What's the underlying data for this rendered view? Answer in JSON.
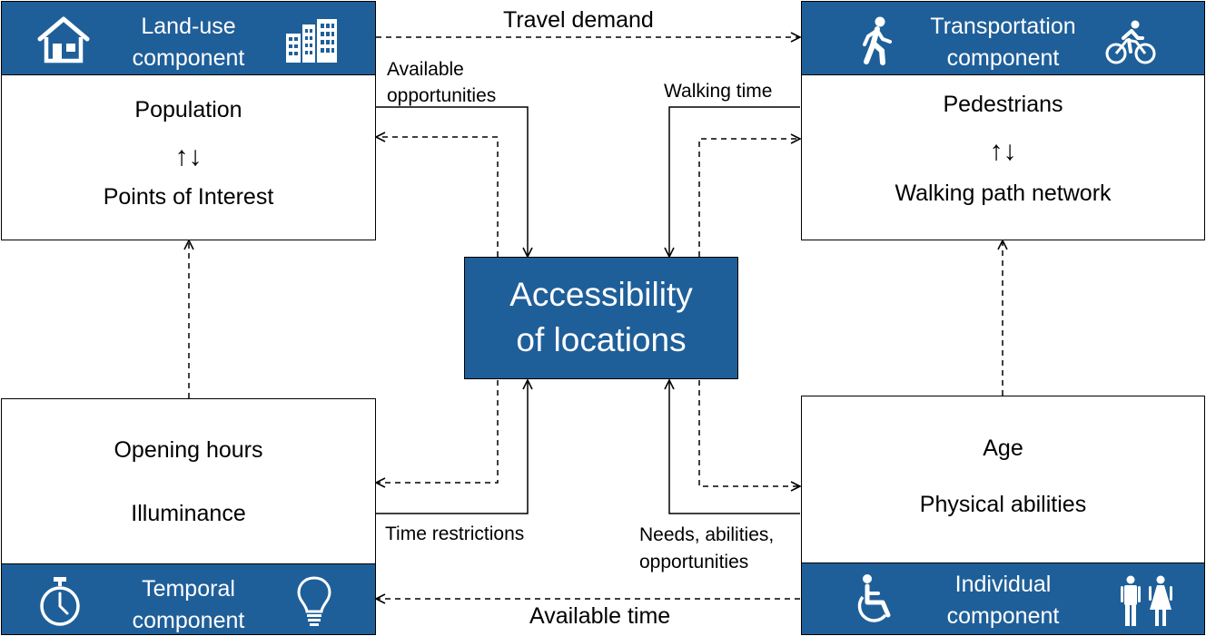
{
  "center": {
    "line1": "Accessibility",
    "line2": "of locations"
  },
  "land_use": {
    "title_line1": "Land-use",
    "title_line2": "component",
    "item1": "Population",
    "swap": "↑↓",
    "item2": "Points of Interest",
    "icons": [
      "house-icon",
      "buildings-icon"
    ]
  },
  "transportation": {
    "title_line1": "Transportation",
    "title_line2": "component",
    "item1": "Pedestrians",
    "swap": "↑↓",
    "item2": "Walking path network",
    "icons": [
      "pedestrian-icon",
      "cyclist-icon"
    ]
  },
  "temporal": {
    "title_line1": "Temporal",
    "title_line2": "component",
    "item1": "Opening hours",
    "item2": "Illuminance",
    "icons": [
      "stopwatch-icon",
      "lightbulb-icon"
    ]
  },
  "individual": {
    "title_line1": "Individual",
    "title_line2": "component",
    "item1": "Age",
    "item2": "Physical abilities",
    "icons": [
      "wheelchair-icon",
      "people-icon"
    ]
  },
  "links": {
    "travel_demand": "Travel demand",
    "available_opportunities_1": "Available",
    "available_opportunities_2": "opportunities",
    "walking_time": "Walking time",
    "time_restrictions": "Time restrictions",
    "needs_1": "Needs, abilities,",
    "needs_2": "opportunities",
    "available_time": "Available time"
  },
  "colors": {
    "header_fill": "#1f5f99",
    "text_on_header": "#ffffff",
    "line": "#000000"
  }
}
